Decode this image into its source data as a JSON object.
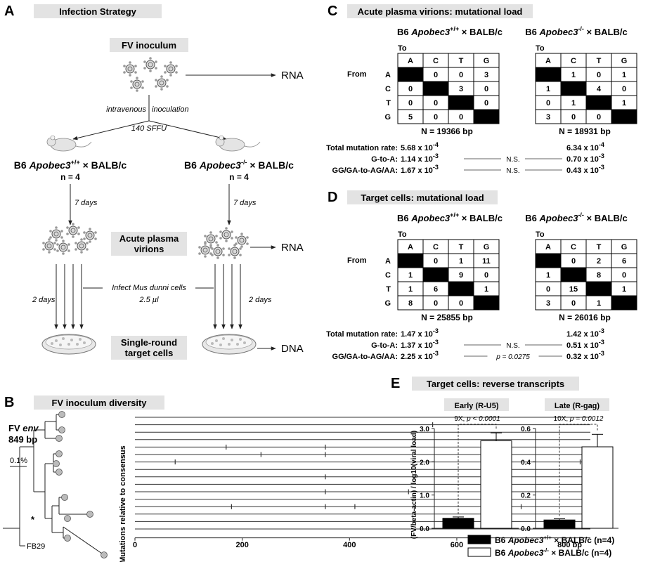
{
  "panels": {
    "A": {
      "letter": "A",
      "title": "Infection Strategy",
      "inoculum": "FV inoculum",
      "rna1": "RNA",
      "iv_left": "intravenous",
      "iv_right": "inoculation",
      "dose": "140 SFFU",
      "mouse_left_pre": "B6 ",
      "mouse_left_gene": "Apobec3",
      "mouse_left_sup": "+/+",
      "mouse_left_post": " × BALB/c",
      "mouse_right_pre": "B6 ",
      "mouse_right_gene": "Apobec3",
      "mouse_right_sup": "-/-",
      "mouse_right_post": " × BALB/c",
      "n_left": "n = 4",
      "n_right": "n = 4",
      "days7_left": "7 days",
      "days7_right": "7 days",
      "acute_line1": "Acute plasma",
      "acute_line2": "virions",
      "rna2": "RNA",
      "days2_left": "2 days",
      "days2_right": "2 days",
      "infect_line1": "Infect Mus dunni cells",
      "infect_line2": "2.5 µl",
      "single_line1": "Single-round",
      "single_line2": "target cells",
      "dna": "DNA"
    },
    "B": {
      "letter": "B",
      "title": "FV inoculum diversity",
      "env_pre": "FV ",
      "env_it": "env",
      "bp": "849 bp",
      "scale": "0.1%",
      "star": "*",
      "root": "FB29",
      "ylabel": "Mutations relative to consensus",
      "ticks": [
        "0",
        "200",
        "400",
        "600",
        "800 bp"
      ]
    },
    "C": {
      "letter": "C",
      "title": "Acute plasma virions: mutational load",
      "left_title_pre": "B6 ",
      "left_title_gene": "Apobec3",
      "left_title_sup": "+/+",
      "left_title_post": " × BALB/c",
      "right_title_pre": "B6 ",
      "right_title_gene": "Apobec3",
      "right_title_sup": "-/-",
      "right_title_post": " × BALB/c",
      "to": "To",
      "from": "From",
      "cols": [
        "A",
        "C",
        "T",
        "G"
      ],
      "rows": [
        "A",
        "C",
        "T",
        "G"
      ],
      "left_matrix": [
        [
          "",
          "0",
          "0",
          "3"
        ],
        [
          "0",
          "",
          "3",
          "0"
        ],
        [
          "0",
          "0",
          "",
          "0"
        ],
        [
          "5",
          "0",
          "0",
          ""
        ]
      ],
      "right_matrix": [
        [
          "",
          "1",
          "0",
          "1"
        ],
        [
          "1",
          "",
          "4",
          "0"
        ],
        [
          "0",
          "1",
          "",
          "1"
        ],
        [
          "3",
          "0",
          "0",
          ""
        ]
      ],
      "left_n": "N = 19366 bp",
      "right_n": "N = 18931 bp",
      "stats": [
        {
          "label": "Total mutation rate:",
          "left": "5.68 x 10",
          "left_exp": "-4",
          "sig": "",
          "right": "6.34 x 10",
          "right_exp": "-4"
        },
        {
          "label": "G-to-A:",
          "left": "1.14 x 10",
          "left_exp": "-3",
          "sig": "N.S.",
          "right": "0.70 x 10",
          "right_exp": "-3"
        },
        {
          "label": "GG/GA-to-AG/AA:",
          "left": "1.67 x 10",
          "left_exp": "-3",
          "sig": "N.S.",
          "right": "0.43 x 10",
          "right_exp": "-3"
        }
      ]
    },
    "D": {
      "letter": "D",
      "title": "Target cells: mutational load",
      "left_title_pre": "B6 ",
      "left_title_gene": "Apobec3",
      "left_title_sup": "+/+",
      "left_title_post": " × BALB/c",
      "right_title_pre": "B6 ",
      "right_title_gene": "Apobec3",
      "right_title_sup": "-/-",
      "right_title_post": " × BALB/c",
      "to": "To",
      "from": "From",
      "cols": [
        "A",
        "C",
        "T",
        "G"
      ],
      "rows": [
        "A",
        "C",
        "T",
        "G"
      ],
      "left_matrix": [
        [
          "",
          "0",
          "1",
          "11"
        ],
        [
          "1",
          "",
          "9",
          "0"
        ],
        [
          "1",
          "6",
          "",
          "1"
        ],
        [
          "8",
          "0",
          "0",
          ""
        ]
      ],
      "right_matrix": [
        [
          "",
          "0",
          "2",
          "6"
        ],
        [
          "1",
          "",
          "8",
          "0"
        ],
        [
          "0",
          "15",
          "",
          "1"
        ],
        [
          "3",
          "0",
          "1",
          ""
        ]
      ],
      "left_n": "N = 25855 bp",
      "right_n": "N = 26016 bp",
      "stats": [
        {
          "label": "Total mutation rate:",
          "left": "1.47 x 10",
          "left_exp": "-3",
          "sig": "",
          "right": "1.42 x 10",
          "right_exp": "-3"
        },
        {
          "label": "G-to-A:",
          "left": "1.37 x 10",
          "left_exp": "-3",
          "sig": "N.S.",
          "right": "0.51 x 10",
          "right_exp": "-3"
        },
        {
          "label": "GG/GA-to-AG/AA:",
          "left": "2.25 x 10",
          "left_exp": "-3",
          "sig": "p = 0.0275",
          "right": "0.32 x 10",
          "right_exp": "-3"
        }
      ]
    },
    "E": {
      "letter": "E",
      "title": "Target cells: reverse transcripts",
      "ylabel": "(FV/beta-actin) / log10(viral load)",
      "legend": [
        {
          "pre": "B6 ",
          "gene": "Apobec3",
          "sup": "+/+",
          "post": " × BALB/c (n=4)",
          "fill": "#000000"
        },
        {
          "pre": "B6 ",
          "gene": "Apobec3",
          "sup": "-/-",
          "post": " × BALB/c (n=4)",
          "fill": "#ffffff"
        }
      ]
    }
  },
  "chart_data": [
    {
      "type": "bar",
      "title": "Early (R-U5)",
      "annotation_fold": "9X, ",
      "annotation_p": "p < 0.0001",
      "categories": [
        "+/+",
        "-/-"
      ],
      "values": [
        0.3,
        2.63
      ],
      "errors": [
        0.04,
        0.24
      ],
      "ylim": [
        0,
        3.0
      ],
      "yticks": [
        "0.0",
        "1.0",
        "2.0",
        "3.0"
      ]
    },
    {
      "type": "bar",
      "title": "Late (R-gag)",
      "annotation_fold": "10X, ",
      "annotation_p": "p = 0.0012",
      "categories": [
        "+/+",
        "-/-"
      ],
      "values": [
        0.05,
        0.49
      ],
      "errors": [
        0.007,
        0.075
      ],
      "ylim": [
        0,
        0.6
      ],
      "yticks": [
        "0.0",
        "0.2",
        "0.4",
        "0.6"
      ]
    },
    {
      "type": "scatter",
      "title": "",
      "xlabel": "",
      "ylabel": "Mutations relative to consensus",
      "xlim": [
        0,
        849
      ],
      "rows": 16,
      "mutations": [
        [],
        [
          555
        ],
        [],
        [],
        [
          170,
          355
        ],
        [
          235,
          355
        ],
        [
          75,
          830
        ],
        [
          660
        ],
        [
          355,
          660
        ],
        [
          660
        ],
        [
          355,
          510
        ],
        [],
        [
          180,
          355,
          410,
          660,
          720
        ],
        [
          660
        ],
        [],
        []
      ]
    }
  ]
}
